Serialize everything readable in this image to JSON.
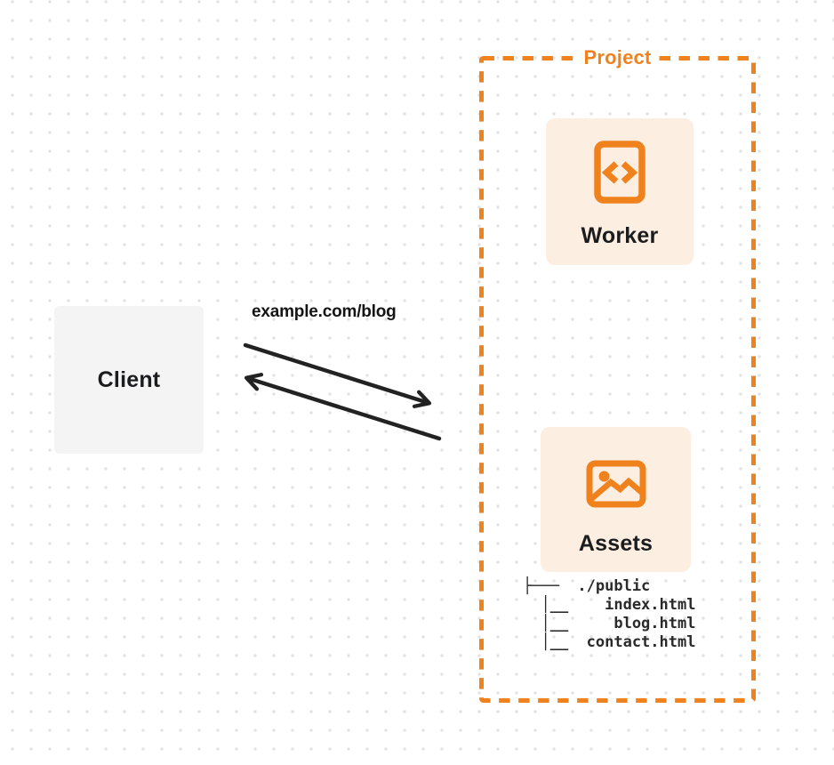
{
  "colors": {
    "accent_orange": "#f0821e",
    "card_background": "#fcefe2",
    "client_background": "#f4f4f5",
    "arrow": "#222222",
    "text_dark": "#1b1c1e",
    "dot_grid": "#e2e2e4"
  },
  "client": {
    "label": "Client"
  },
  "request": {
    "label": "example.com/blog"
  },
  "project": {
    "label": "Project",
    "worker": {
      "label": "Worker",
      "icon": "code-file-icon"
    },
    "assets": {
      "label": "Assets",
      "icon": "image-icon",
      "file_tree": "├───  ./public\n  │__    index.html\n  │__     blog.html\n  │__  contact.html"
    }
  }
}
